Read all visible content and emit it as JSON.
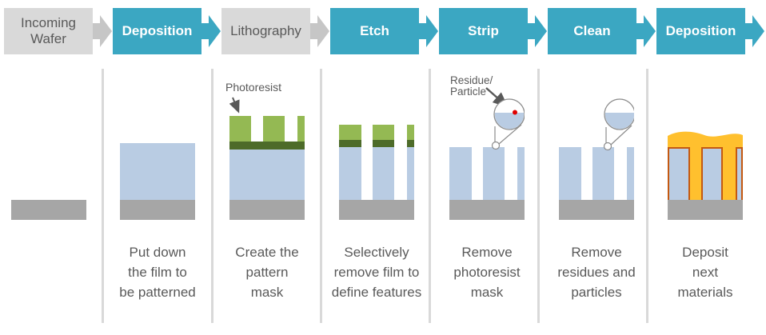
{
  "colors": {
    "teal": "#3BA7C2",
    "box_gray": "#D9D9D9",
    "text_gray": "#595959",
    "film_blue": "#B9CCE3",
    "substrate_gray": "#A6A6A6",
    "photoresist_green": "#94B953",
    "photoresist_dark_green": "#4D6B29",
    "new_material_orange": "#FFC02E",
    "new_material_outline": "#C45911",
    "particle_red": "#E00000",
    "divider_gray": "#D9D9D9"
  },
  "flow_steps": [
    {
      "label": "Incoming Wafer",
      "variant": "gray"
    },
    {
      "label": "Deposition",
      "variant": "teal"
    },
    {
      "label": "Lithography",
      "variant": "gray"
    },
    {
      "label": "Etch",
      "variant": "teal"
    },
    {
      "label": "Strip",
      "variant": "teal"
    },
    {
      "label": "Clean",
      "variant": "teal"
    },
    {
      "label": "Deposition",
      "variant": "teal"
    }
  ],
  "annotations": {
    "photoresist_label": "Photoresist",
    "residue_label_line1": "Residue/",
    "residue_label_line2": "Particle"
  },
  "descriptions": [
    {
      "lines": [
        "",
        "",
        ""
      ]
    },
    {
      "lines": [
        "Put down",
        "the film to",
        "be patterned"
      ]
    },
    {
      "lines": [
        "Create the",
        "pattern",
        "mask"
      ]
    },
    {
      "lines": [
        "Selectively",
        "remove film to",
        "define features"
      ]
    },
    {
      "lines": [
        "Remove",
        "photoresist",
        "mask"
      ]
    },
    {
      "lines": [
        "Remove",
        "residues and",
        "particles"
      ]
    },
    {
      "lines": [
        "Deposit",
        "next",
        "materials"
      ]
    }
  ]
}
